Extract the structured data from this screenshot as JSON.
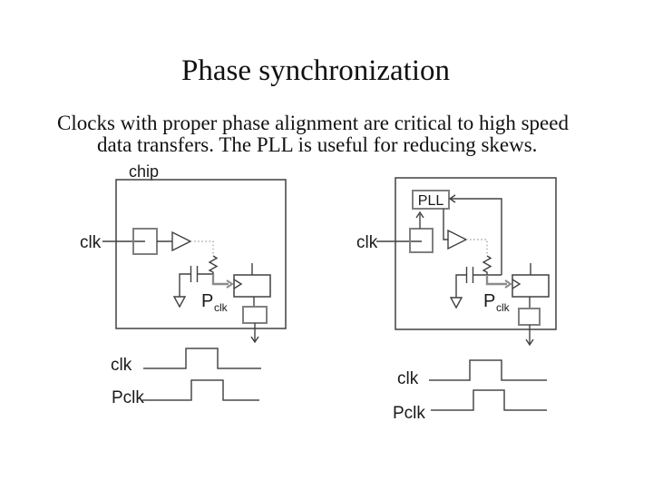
{
  "slide": {
    "title": "Phase synchronization",
    "body_lines": [
      "Clocks with proper phase alignment are critical to high speed",
      "data transfers. The PLL is useful for reducing skews."
    ]
  },
  "left_diagram": {
    "chip_label": "chip",
    "clk_label": "clk",
    "pclk_label_main": "P",
    "pclk_label_sub": "clk",
    "waveform_clk_label": "clk",
    "waveform_pclk_label": "Pclk"
  },
  "right_diagram": {
    "pll_label": "PLL",
    "clk_label": "clk",
    "pclk_label_main": "P",
    "pclk_label_sub": "clk",
    "waveform_clk_label": "clk",
    "waveform_pclk_label": "Pclk"
  },
  "colors": {
    "background": "#ffffff",
    "text": "#000000",
    "wire": "#404040",
    "component_gray": "#808080"
  }
}
